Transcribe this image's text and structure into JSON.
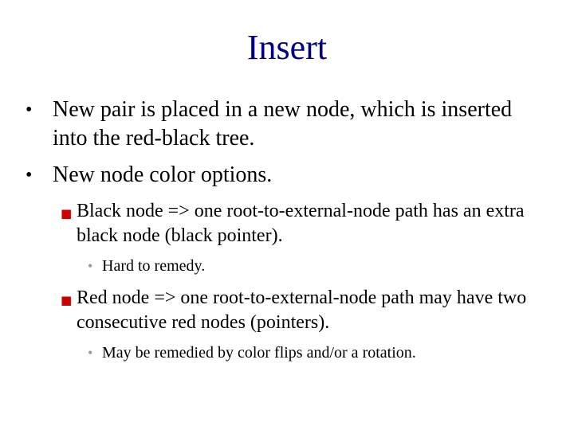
{
  "slide": {
    "title": "Insert",
    "title_color": "#000080",
    "bullets": [
      {
        "level": 1,
        "marker": "•",
        "text": "New pair is placed in a new node, which is inserted into the red-black tree."
      },
      {
        "level": 1,
        "marker": "•",
        "text": "New node color options."
      },
      {
        "level": 2,
        "marker": "■",
        "marker_color": "#cc0000",
        "text": "Black node => one root-to-external-node path has an extra black node (black pointer)."
      },
      {
        "level": 3,
        "marker": "•",
        "marker_color": "#999999",
        "text": "Hard to remedy."
      },
      {
        "level": 2,
        "marker": "■",
        "marker_color": "#cc0000",
        "text": "Red node => one root-to-external-node path may have two consecutive red nodes (pointers)."
      },
      {
        "level": 3,
        "marker": "•",
        "marker_color": "#999999",
        "text": "May be remedied by color flips and/or a rotation."
      }
    ]
  }
}
